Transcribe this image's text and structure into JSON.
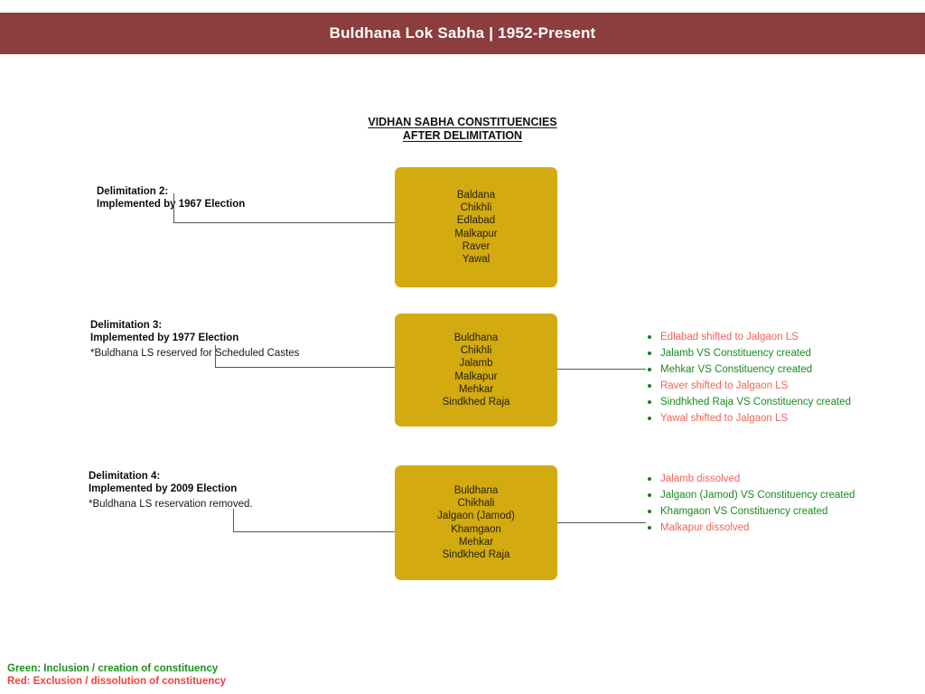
{
  "header": {
    "title": "Buldhana Lok Sabha | 1952-Present",
    "background_color": "#8C3D3D",
    "text_color": "#FFFFFF"
  },
  "subtitle": {
    "line1": "VIDHAN SABHA CONSTITUENCIES",
    "line2": "AFTER DELIMITATION"
  },
  "colors": {
    "box_gold": "#D3AB10",
    "connector_gray": "#555555",
    "inclusion_green": "#1A8A20",
    "exclusion_red": "#F4625B"
  },
  "rows": [
    {
      "id": "d2",
      "label_line1": "Delimitation 2:",
      "label_line2": "Implemented by 1967 Election",
      "note": "",
      "constituencies": [
        "Baldana",
        "Chikhli",
        "Edlabad",
        "Malkapur",
        "Raver",
        "Yawal"
      ],
      "changes": []
    },
    {
      "id": "d3",
      "label_line1": "Delimitation 3:",
      "label_line2": "Implemented by 1977 Election",
      "note": "*Buldhana LS reserved for Scheduled Castes",
      "constituencies": [
        "Buldhana",
        "Chikhli",
        "Jalamb",
        "Malkapur",
        "Mehkar",
        "Sindkhed Raja"
      ],
      "changes": [
        {
          "text": "Edlabad shifted to Jalgaon LS",
          "type": "removal"
        },
        {
          "text": "Jalamb VS Constituency created",
          "type": "addition"
        },
        {
          "text": "Mehkar VS Constituency created",
          "type": "addition"
        },
        {
          "text": "Raver shifted to Jalgaon LS",
          "type": "removal"
        },
        {
          "text": "Sindhkhed Raja VS Constituency created",
          "type": "addition"
        },
        {
          "text": "Yawal shifted to Jalgaon LS",
          "type": "removal"
        }
      ]
    },
    {
      "id": "d4",
      "label_line1": "Delimitation 4:",
      "label_line2": "Implemented by 2009 Election",
      "note": "*Buldhana LS reservation removed.",
      "constituencies": [
        "Buldhana",
        "Chikhali",
        "Jalgaon (Jamod)",
        "Khamgaon",
        "Mehkar",
        "Sindkhed Raja"
      ],
      "changes": [
        {
          "text": "Jalamb dissolved",
          "type": "removal"
        },
        {
          "text": "Jalgaon (Jamod) VS Constituency created",
          "type": "addition"
        },
        {
          "text": "Khamgaon VS Constituency created",
          "type": "addition"
        },
        {
          "text": "Malkapur dissolved",
          "type": "removal"
        }
      ]
    }
  ],
  "legend": {
    "green": "Green: Inclusion / creation of constituency",
    "red": "Red: Exclusion / dissolution of constituency"
  }
}
